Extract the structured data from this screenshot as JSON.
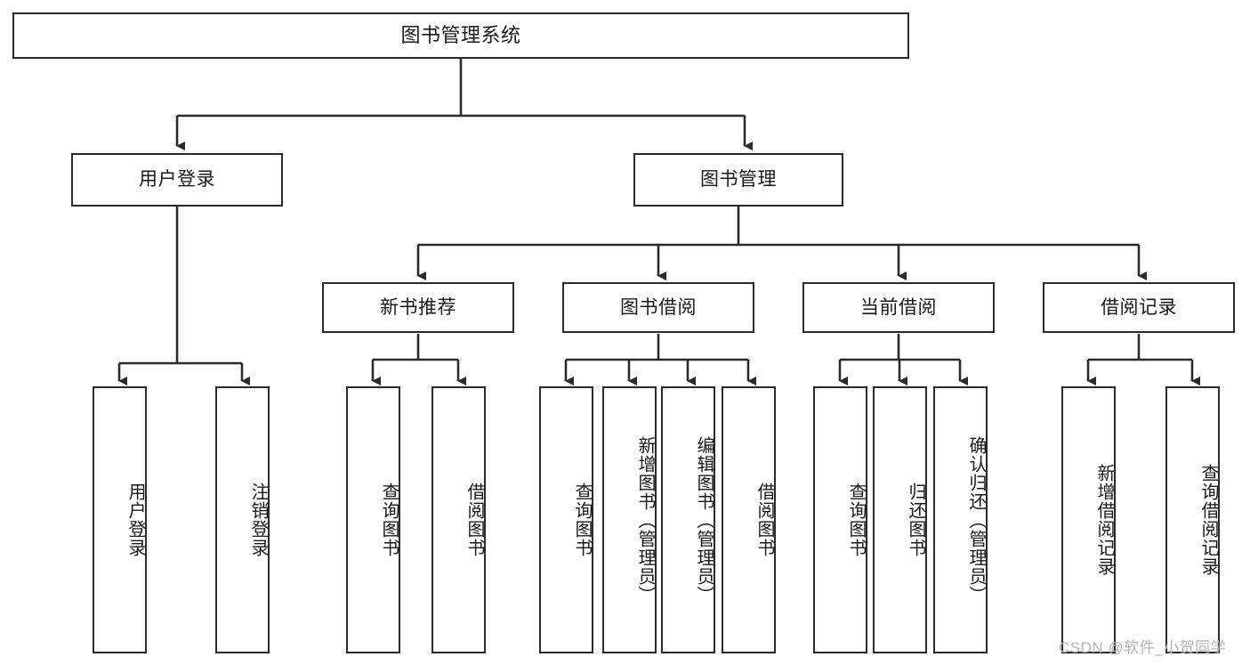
{
  "diagram": {
    "title": "图书管理系统",
    "type": "tree-hierarchy-functional-structure",
    "levels": 4,
    "nodes": {
      "root": {
        "label": "图书管理系统",
        "orientation": "horizontal"
      },
      "l1": [
        {
          "id": "user-login",
          "label": "用户登录",
          "orientation": "horizontal"
        },
        {
          "id": "book-manage",
          "label": "图书管理",
          "orientation": "horizontal"
        }
      ],
      "l2": [
        {
          "id": "new-book-rec",
          "label": "新书推荐",
          "orientation": "horizontal",
          "parent": "book-manage"
        },
        {
          "id": "book-borrow",
          "label": "图书借阅",
          "orientation": "horizontal",
          "parent": "book-manage"
        },
        {
          "id": "current-borrow",
          "label": "当前借阅",
          "orientation": "horizontal",
          "parent": "book-manage"
        },
        {
          "id": "borrow-record",
          "label": "借阅记录",
          "orientation": "horizontal",
          "parent": "book-manage"
        }
      ],
      "leaves": [
        {
          "id": "leaf-user-login",
          "label": "用户登录",
          "orientation": "vertical",
          "parent": "user-login"
        },
        {
          "id": "leaf-user-logout",
          "label": "注销登录",
          "orientation": "vertical",
          "parent": "user-login"
        },
        {
          "id": "leaf-query-book-1",
          "label": "查询图书",
          "orientation": "vertical",
          "parent": "new-book-rec"
        },
        {
          "id": "leaf-borrow-book-1",
          "label": "借阅图书",
          "orientation": "vertical",
          "parent": "new-book-rec"
        },
        {
          "id": "leaf-query-book-2",
          "label": "查询图书",
          "orientation": "vertical",
          "parent": "book-borrow"
        },
        {
          "id": "leaf-add-book",
          "label": "新增图书（管理员）",
          "orientation": "vertical",
          "parent": "book-borrow"
        },
        {
          "id": "leaf-edit-book",
          "label": "编辑图书（管理员）",
          "orientation": "vertical",
          "parent": "book-borrow"
        },
        {
          "id": "leaf-borrow-book-2",
          "label": "借阅图书",
          "orientation": "vertical",
          "parent": "book-borrow"
        },
        {
          "id": "leaf-query-book-3",
          "label": "查询图书",
          "orientation": "vertical",
          "parent": "current-borrow"
        },
        {
          "id": "leaf-return-book",
          "label": "归还图书",
          "orientation": "vertical",
          "parent": "current-borrow"
        },
        {
          "id": "leaf-confirm-return",
          "label": "确认归还（管理员）",
          "orientation": "vertical",
          "parent": "current-borrow"
        },
        {
          "id": "leaf-add-record",
          "label": "新增借阅记录",
          "orientation": "vertical",
          "parent": "borrow-record"
        },
        {
          "id": "leaf-query-record",
          "label": "查询借阅记录",
          "orientation": "vertical",
          "parent": "borrow-record"
        }
      ]
    },
    "colors": {
      "stroke": "#2b2b2b",
      "fill": "#ffffff",
      "text": "#1a1a1a",
      "watermark": "#b5b5b5"
    }
  },
  "watermark": {
    "text": "CSDN @软件_小贺同学"
  }
}
